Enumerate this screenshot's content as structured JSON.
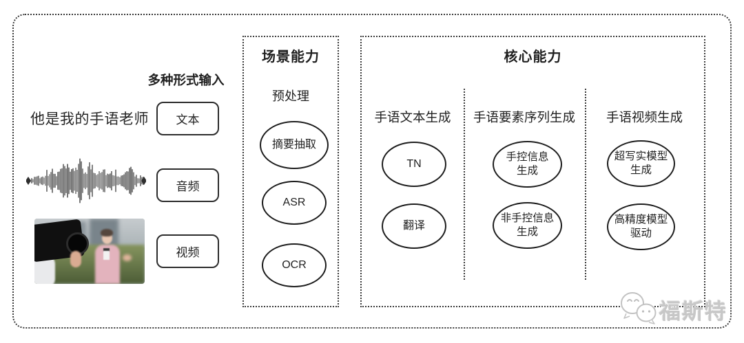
{
  "diagram": {
    "input": {
      "heading": "多种形式输入",
      "sample_sentence": "他是我的手语老师",
      "waveform_icon": "audio-waveform-icon",
      "photo_icon": "camera-filming-reporter-photo",
      "types": [
        {
          "label": "文本"
        },
        {
          "label": "音频"
        },
        {
          "label": "视频"
        }
      ]
    },
    "scene_box": {
      "title": "场景能力",
      "stage_label": "预处理",
      "nodes": [
        "摘要抽取",
        "ASR",
        "OCR"
      ]
    },
    "core_box": {
      "title": "核心能力",
      "columns": [
        {
          "header": "手语文本生成",
          "nodes": [
            "TN",
            "翻译"
          ]
        },
        {
          "header": "手语要素序列生成",
          "nodes": [
            "手控信息\n生成",
            "非手控信息\n生成"
          ]
        },
        {
          "header": "手语视频生成",
          "nodes": [
            "超写实模型\n生成",
            "高精度模型\n驱动"
          ]
        }
      ]
    },
    "watermark": {
      "text": "福斯特",
      "icon": "wechat-bubbles-icon"
    },
    "colors": {
      "line": "#3a3a3a",
      "text": "#1f1f1f",
      "watermark": "#c7c7c7",
      "background": "#ffffff"
    }
  }
}
